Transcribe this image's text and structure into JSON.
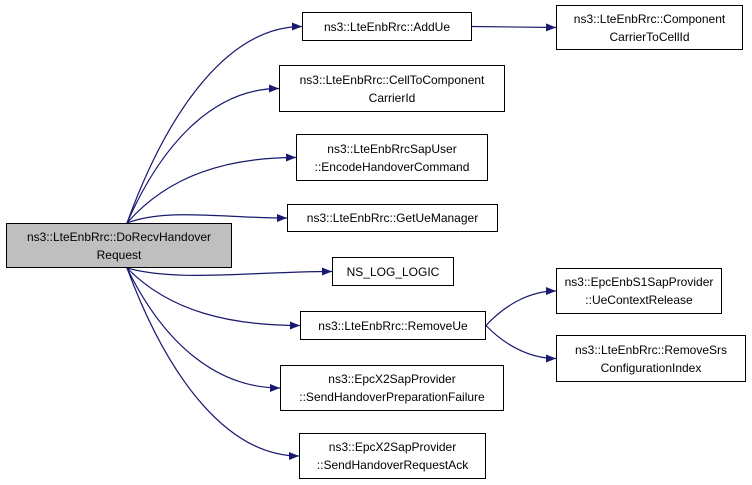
{
  "graph": {
    "colors": {
      "edge": "#191970",
      "root_fill": "#bfbfbf",
      "node_fill": "#ffffff",
      "border": "#000000"
    },
    "nodes": [
      {
        "id": "root",
        "lines": [
          "ns3::LteEnbRrc::DoRecvHandover",
          "Request"
        ]
      },
      {
        "id": "addue",
        "lines": [
          "ns3::LteEnbRrc::AddUe"
        ]
      },
      {
        "id": "cc2cell",
        "lines": [
          "ns3::LteEnbRrc::Component",
          "CarrierToCellId"
        ]
      },
      {
        "id": "cell2cc",
        "lines": [
          "ns3::LteEnbRrc::CellToComponent",
          "CarrierId"
        ]
      },
      {
        "id": "encode",
        "lines": [
          "ns3::LteEnbRrcSapUser",
          "::EncodeHandoverCommand"
        ]
      },
      {
        "id": "getue",
        "lines": [
          "ns3::LteEnbRrc::GetUeManager"
        ]
      },
      {
        "id": "nslog",
        "lines": [
          "NS_LOG_LOGIC"
        ]
      },
      {
        "id": "removeue",
        "lines": [
          "ns3::LteEnbRrc::RemoveUe"
        ]
      },
      {
        "id": "ctxrel",
        "lines": [
          "ns3::EpcEnbS1SapProvider",
          "::UeContextRelease"
        ]
      },
      {
        "id": "rmsrs",
        "lines": [
          "ns3::LteEnbRrc::RemoveSrs",
          "ConfigurationIndex"
        ]
      },
      {
        "id": "prepfail",
        "lines": [
          "ns3::EpcX2SapProvider",
          "::SendHandoverPreparationFailure"
        ]
      },
      {
        "id": "reqack",
        "lines": [
          "ns3::EpcX2SapProvider",
          "::SendHandoverRequestAck"
        ]
      }
    ],
    "edges": [
      [
        "root",
        "addue"
      ],
      [
        "addue",
        "cc2cell"
      ],
      [
        "root",
        "cell2cc"
      ],
      [
        "root",
        "encode"
      ],
      [
        "root",
        "getue"
      ],
      [
        "root",
        "nslog"
      ],
      [
        "root",
        "removeue"
      ],
      [
        "removeue",
        "ctxrel"
      ],
      [
        "removeue",
        "rmsrs"
      ],
      [
        "root",
        "prepfail"
      ],
      [
        "root",
        "reqack"
      ]
    ]
  }
}
